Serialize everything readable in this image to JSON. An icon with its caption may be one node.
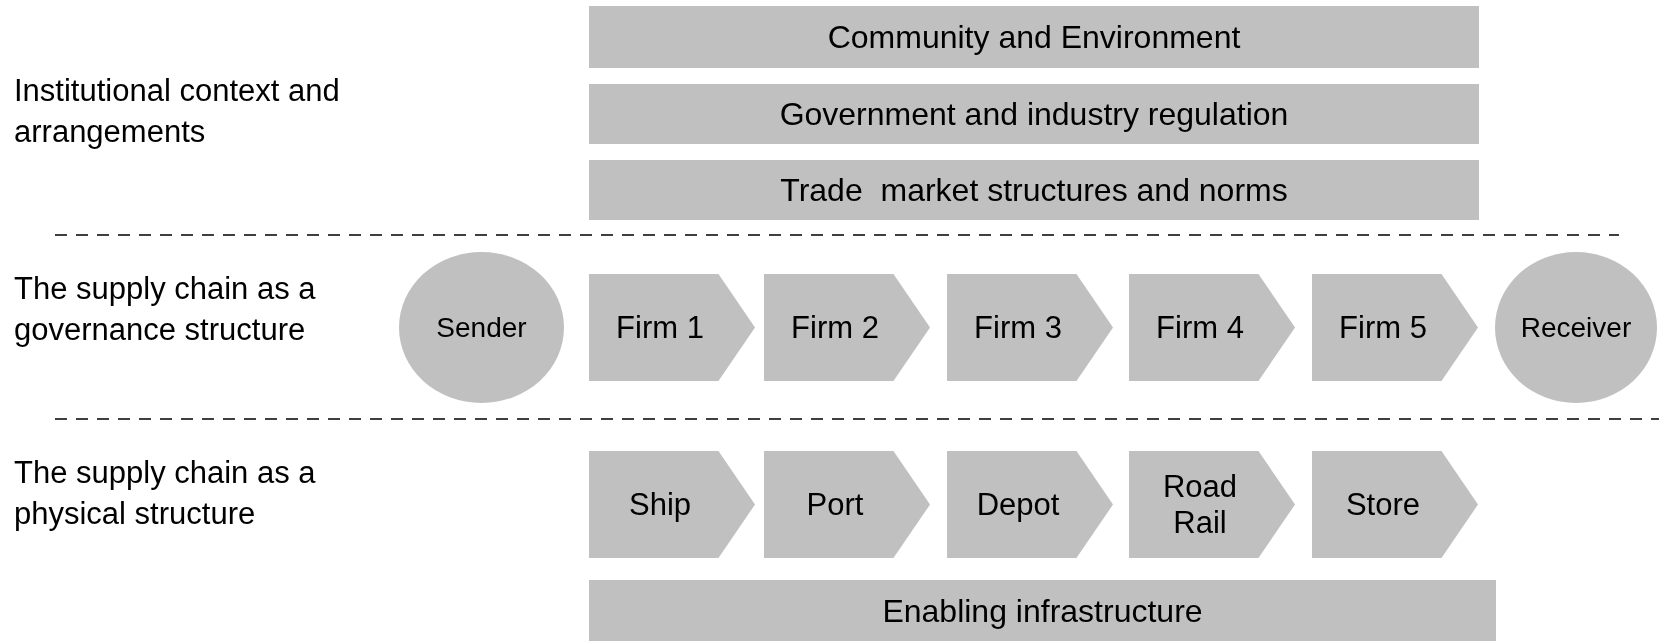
{
  "diagram": {
    "nodes": [
      {
        "text": [
          "Community and Environment"
        ]
      },
      {
        "text": [
          "Government and industry regulation"
        ]
      },
      {
        "text": [
          "Trade  market structures and norms"
        ]
      },
      {
        "text": [
          "Sender"
        ]
      },
      {
        "text": [
          "Firm 1"
        ]
      },
      {
        "text": [
          "Firm 2"
        ]
      },
      {
        "text": [
          "Firm 3"
        ]
      },
      {
        "text": [
          "Firm 4"
        ]
      },
      {
        "text": [
          "Firm 5"
        ]
      },
      {
        "text": [
          "Receiver"
        ]
      },
      {
        "text": [
          "Ship"
        ]
      },
      {
        "text": [
          "Port"
        ]
      },
      {
        "text": [
          "Depot"
        ]
      },
      {
        "text": [
          "Road Rail"
        ]
      },
      {
        "text": [
          "Store"
        ]
      },
      {
        "text": [
          "Enabling infrastructure"
        ]
      }
    ],
    "labels": [
      "Institutional context and arrangements",
      "The supply chain as a governance structure",
      "The supply chain as a physical structure"
    ]
  }
}
